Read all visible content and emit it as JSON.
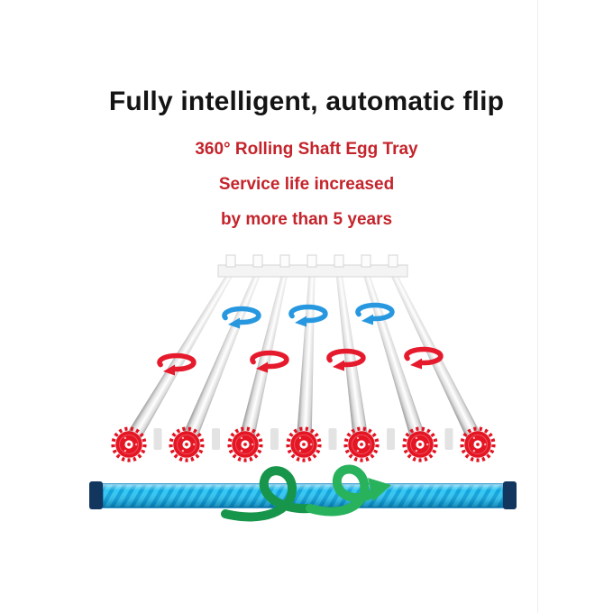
{
  "promo": {
    "title": "Fully intelligent, automatic flip",
    "subtitle": "360° Rolling Shaft Egg Tray",
    "benefit_line_1": "Service life increased",
    "benefit_line_2": "by more than 5 years"
  },
  "colors": {
    "background": "#ffffff",
    "title_text": "#141414",
    "accent_red": "#c4242b",
    "gear_red": "#e51624",
    "rotation_arrow_red": "#e51a2c",
    "rotation_arrow_blue": "#2798e0",
    "shaft_cyan": "#33c6f2",
    "shaft_thread_blue": "#0fa3dc",
    "shaft_end_cap_navy": "#13365e",
    "spiral_arrow_green": "#1d9e50",
    "roller_tube_gray": "#c9c9c9"
  },
  "illustration": {
    "roller_tube_count": 7,
    "drive_gear_count": 7,
    "blue_rotation_arrow_count": 3,
    "red_rotation_arrow_count": 4,
    "icons": [
      "drive-gear-icon",
      "blue-rotation-arrow-icon",
      "red-rotation-arrow-icon",
      "green-spiral-arrow-icon",
      "screw-shaft"
    ]
  }
}
